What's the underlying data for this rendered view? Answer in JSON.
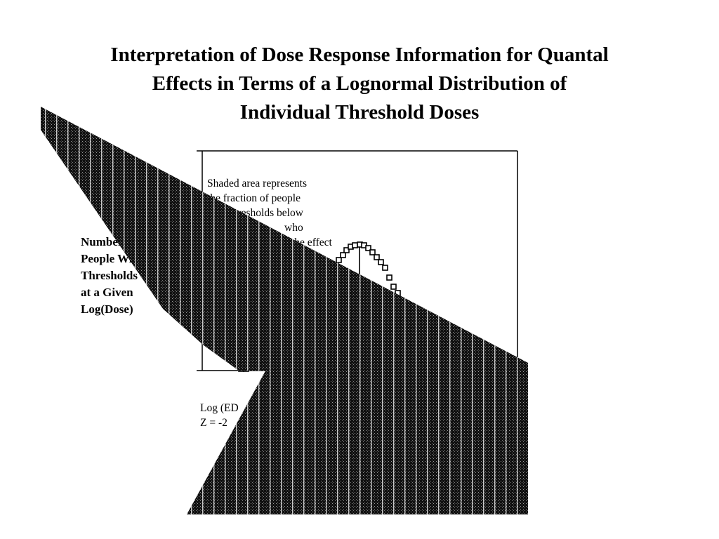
{
  "title": {
    "line1": "Interpretation of Dose Response Information for Quantal",
    "line2": "Effects in Terms of a Lognormal Distribution of",
    "line3": "Individual Threshold Doses"
  },
  "y_axis_label": {
    "line1": "Number of",
    "line2": "People With",
    "line3": "Thresholds",
    "line4": "at a Given",
    "line5": "Log(Dose)"
  },
  "annotation": {
    "line1": "Shaded area represents",
    "line2": "the fraction of people",
    "line3": "with thresholds below",
    "line4": "who",
    "line5": "the effect"
  },
  "x_axis_marker": {
    "line1": "Log (ED",
    "line2": "Z = -2"
  },
  "curve": {
    "type": "lognormal threshold distribution",
    "marker": "open-square"
  },
  "colors": {
    "background": "#ffffff",
    "ink": "#000000",
    "shading": "#111111",
    "accent_line": "#1f3f8f"
  }
}
